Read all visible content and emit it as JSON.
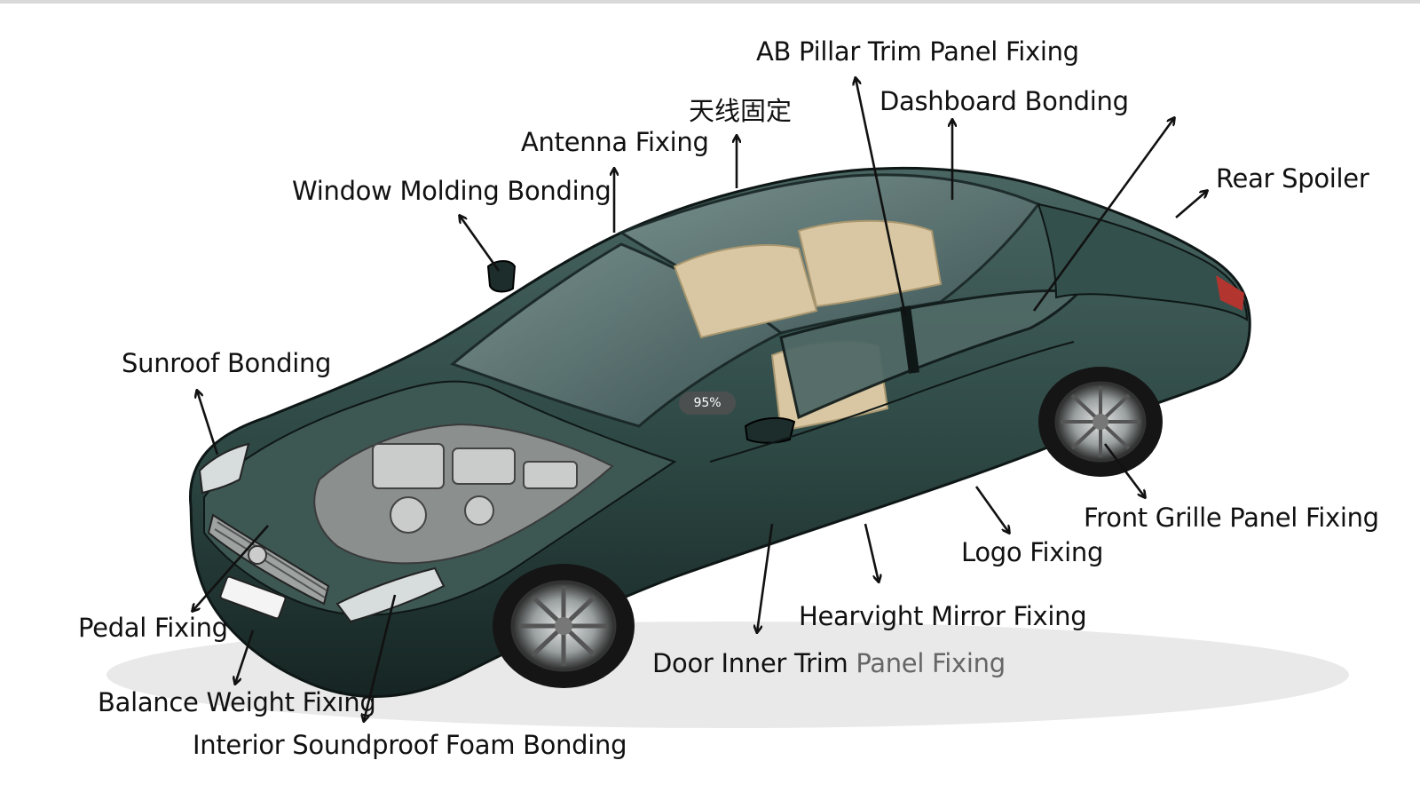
{
  "labels": {
    "ab_pillar": "AB Pillar Trim Panel Fixing",
    "antenna_cn": "天线固定",
    "dashboard": "Dashboard Bonding",
    "antenna": "Antenna Fixing",
    "window_molding": "Window Molding Bonding",
    "rear_spoiler": "Rear Spoiler",
    "sunroof": "Sunroof Bonding",
    "front_grille": "Front Grille Panel Fixing",
    "logo": "Logo Fixing",
    "rearview_mirror": "Hearvight Mirror Fixing",
    "pedal": "Pedal Fixing",
    "door_inner_a": "Door Inner Trim ",
    "door_inner_b": "Panel Fixing",
    "balance_weight": "Balance Weight Fixing",
    "foam": "Interior Soundproof Foam Bonding"
  },
  "zoom": "95%",
  "colors": {
    "body": "#2f4a46",
    "body_dark": "#1c2d2b",
    "glass": "#5d7673",
    "interior": "#d8c7a2",
    "arrow": "#111111"
  }
}
